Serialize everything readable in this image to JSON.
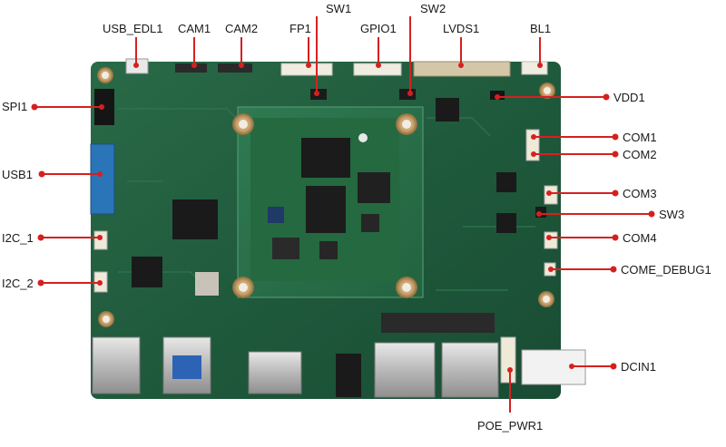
{
  "diagram": {
    "labels": {
      "usb_edl1": "USB_EDL1",
      "cam1": "CAM1",
      "cam2": "CAM2",
      "sw1": "SW1",
      "fp1": "FP1",
      "gpio1": "GPIO1",
      "sw2": "SW2",
      "lvds1": "LVDS1",
      "bl1": "BL1",
      "spi1": "SPI1",
      "vdd1": "VDD1",
      "usb1": "USB1",
      "com1": "COM1",
      "com2": "COM2",
      "com3": "COM3",
      "sw3": "SW3",
      "i2c_1": "I2C_1",
      "com4": "COM4",
      "i2c_2": "I2C_2",
      "come_debug1": "COME_DEBUG1",
      "dcin1": "DCIN1",
      "poe_pwr1": "POE_PWR1"
    },
    "colors": {
      "pcb": "#1f5a3c",
      "callout_line": "#d62020",
      "callout_dot": "#d62020",
      "label_text": "#1a1a1a"
    }
  }
}
